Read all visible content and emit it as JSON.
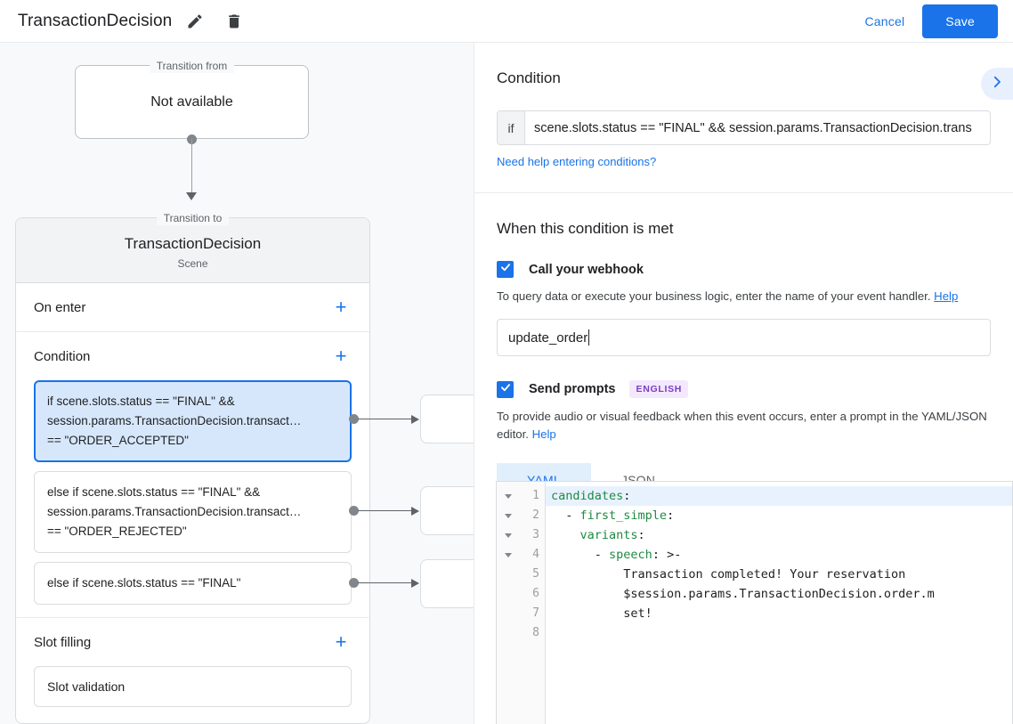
{
  "topbar": {
    "title": "TransactionDecision",
    "edit_icon": "pencil-icon",
    "delete_icon": "trash-icon",
    "cancel_label": "Cancel",
    "save_label": "Save"
  },
  "canvas": {
    "transition_from": {
      "legend": "Transition from",
      "value": "Not available"
    },
    "scene": {
      "legend": "Transition to",
      "name": "TransactionDecision",
      "subtitle": "Scene"
    },
    "sections": [
      {
        "title": "On enter",
        "add_label": "+"
      },
      {
        "title": "Condition",
        "add_label": "+"
      },
      {
        "title": "Slot filling",
        "add_label": "+"
      }
    ],
    "conditions": [
      {
        "line1": "if scene.slots.status == \"FINAL\" &&",
        "line2": "session.params.TransactionDecision.transact…",
        "line3": "== \"ORDER_ACCEPTED\"",
        "selected": true
      },
      {
        "line1": "else if scene.slots.status == \"FINAL\" &&",
        "line2": "session.params.TransactionDecision.transact…",
        "line3": "== \"ORDER_REJECTED\"",
        "selected": false
      },
      {
        "line1": "else if scene.slots.status == \"FINAL\"",
        "line2": "",
        "line3": "",
        "selected": false
      }
    ],
    "slot_filling": {
      "item": "Slot validation"
    }
  },
  "panel": {
    "condition_heading": "Condition",
    "collapse_icon": "chevron-right-icon",
    "if_prefix": "if",
    "if_value": "scene.slots.status == \"FINAL\" && session.params.TransactionDecision.trans",
    "help_conditions_link": "Need help entering conditions?",
    "when_heading": "When this condition is met",
    "webhook": {
      "label": "Call your webhook",
      "checked": true,
      "description": "To query data or execute your business logic, enter the name of your event handler.",
      "help_label": "Help",
      "value": "update_order"
    },
    "prompts": {
      "label": "Send prompts",
      "checked": true,
      "badge": "ENGLISH",
      "description_part1": "To provide audio or visual feedback when this event occurs, enter a prompt in the YAML/JSON",
      "description_part2": "editor.",
      "help_label": "Help",
      "tabs": [
        {
          "label": "YAML",
          "active": true
        },
        {
          "label": "JSON",
          "active": false
        }
      ]
    },
    "editor": {
      "line_numbers": [
        "1",
        "2",
        "3",
        "4",
        "5",
        "6",
        "7",
        "8"
      ],
      "folds": [
        true,
        true,
        true,
        true,
        false,
        false,
        false,
        false
      ],
      "lines": [
        {
          "key": "candidates",
          "colon": ":",
          "indent": 0,
          "dash": false,
          "highlight": true,
          "plain": ""
        },
        {
          "key": "first_simple",
          "colon": ":",
          "indent": 2,
          "dash": true,
          "highlight": false,
          "plain": ""
        },
        {
          "key": "variants",
          "colon": ":",
          "indent": 4,
          "dash": false,
          "highlight": false,
          "plain": ""
        },
        {
          "key": "speech",
          "colon": ": >-",
          "indent": 6,
          "dash": true,
          "highlight": false,
          "plain": ""
        },
        {
          "key": "",
          "colon": "",
          "indent": 10,
          "dash": false,
          "highlight": false,
          "plain": "Transaction completed! Your reservation"
        },
        {
          "key": "",
          "colon": "",
          "indent": 10,
          "dash": false,
          "highlight": false,
          "plain": "$session.params.TransactionDecision.order.m"
        },
        {
          "key": "",
          "colon": "",
          "indent": 10,
          "dash": false,
          "highlight": false,
          "plain": "set!"
        },
        {
          "key": "",
          "colon": "",
          "indent": 0,
          "dash": false,
          "highlight": false,
          "plain": ""
        }
      ]
    }
  },
  "colors": {
    "accent": "#1a73e8",
    "selected_bg": "#d7e7fb",
    "badge_fg": "#7b3fbf",
    "badge_bg": "#f3e8fd",
    "yaml_key": "#1f8a43"
  }
}
